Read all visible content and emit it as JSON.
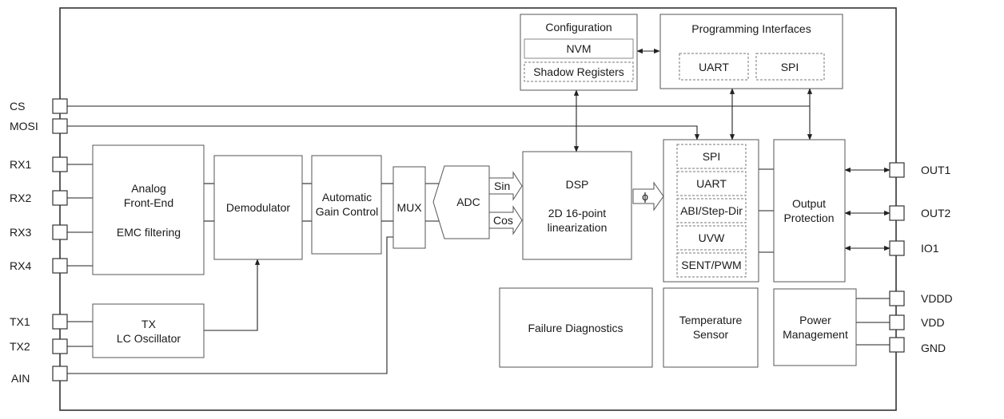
{
  "pins_left": [
    "CS",
    "MOSI",
    "RX1",
    "RX2",
    "RX3",
    "RX4",
    "TX1",
    "TX2",
    "AIN"
  ],
  "pins_right": [
    "OUT1",
    "OUT2",
    "IO1",
    "VDDD",
    "VDD",
    "GND"
  ],
  "blocks": {
    "configuration": {
      "title": "Configuration",
      "items": [
        "NVM",
        "Shadow Registers"
      ]
    },
    "programming_interfaces": {
      "title": "Programming Interfaces",
      "items": [
        "UART",
        "SPI"
      ]
    },
    "analog_front_end": {
      "lines": [
        "Analog",
        "Front-End",
        "EMC filtering"
      ]
    },
    "demodulator": {
      "label": "Demodulator"
    },
    "agc": {
      "lines": [
        "Automatic",
        "Gain Control"
      ]
    },
    "mux": {
      "label": "MUX"
    },
    "adc": {
      "label": "ADC"
    },
    "adc_outputs": {
      "sin": "Sin",
      "cos": "Cos"
    },
    "dsp": {
      "lines": [
        "DSP",
        "2D 16-point",
        "linearization"
      ]
    },
    "phi": {
      "label": "ϕ"
    },
    "interfaces": [
      "SPI",
      "UART",
      "ABI/Step-Dir",
      "UVW",
      "SENT/PWM"
    ],
    "output_protection": {
      "lines": [
        "Output",
        "Protection"
      ]
    },
    "tx_oscillator": {
      "lines": [
        "TX",
        "LC Oscillator"
      ]
    },
    "failure_diagnostics": {
      "label": "Failure Diagnostics"
    },
    "temperature_sensor": {
      "lines": [
        "Temperature",
        "Sensor"
      ]
    },
    "power_management": {
      "lines": [
        "Power",
        "Management"
      ]
    }
  }
}
